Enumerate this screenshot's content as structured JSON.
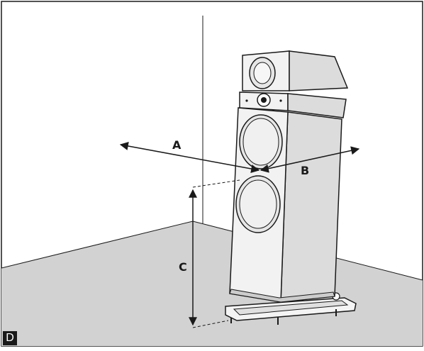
{
  "diagram": {
    "labels": {
      "a": "A",
      "b": "B",
      "c": "C"
    },
    "panel_letter": "D",
    "colors": {
      "floor": "#d2d2d2",
      "wall": "#ffffff",
      "line": "#1a1a1a",
      "speaker_face": "#f2f2f2",
      "speaker_side": "#dcdcdc",
      "driver": "#e6e6e6"
    }
  }
}
